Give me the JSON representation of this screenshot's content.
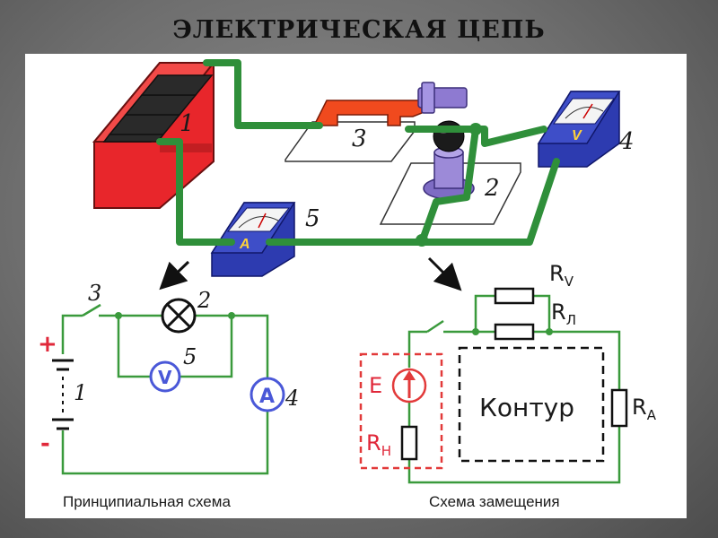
{
  "title": "ЭЛЕКТРИЧЕСКАЯ ЦЕПЬ",
  "picture": {
    "labels": [
      "1",
      "2",
      "3",
      "4",
      "5"
    ],
    "ammeter_symbol": "A",
    "voltmeter_symbol": "V"
  },
  "schematic": {
    "caption": "Принципиальная схема",
    "plus": "+",
    "minus": "-",
    "labels": [
      "1",
      "2",
      "3",
      "4",
      "5"
    ],
    "voltmeter_symbol": "V",
    "ammeter_symbol": "A"
  },
  "equivalent": {
    "caption": "Схема замещения",
    "source": "E",
    "r_internal": "R",
    "r_internal_sub": "Н",
    "r_voltmeter": "R",
    "r_voltmeter_sub": "V",
    "r_lamp": "R",
    "r_lamp_sub": "Л",
    "r_ammeter": "R",
    "r_ammeter_sub": "A",
    "contour": "Контур"
  },
  "colors": {
    "wire_picture": "#2f8f3a",
    "wire_schematic": "#3a9a3c",
    "battery": "#e8262b",
    "meter_body": "#2d3bb0",
    "switch_red": "#f04a1e",
    "lamp_base": "#8e7ad1",
    "source_dashed": "#e23a3a",
    "meter_symbol": "#4a58d8"
  }
}
